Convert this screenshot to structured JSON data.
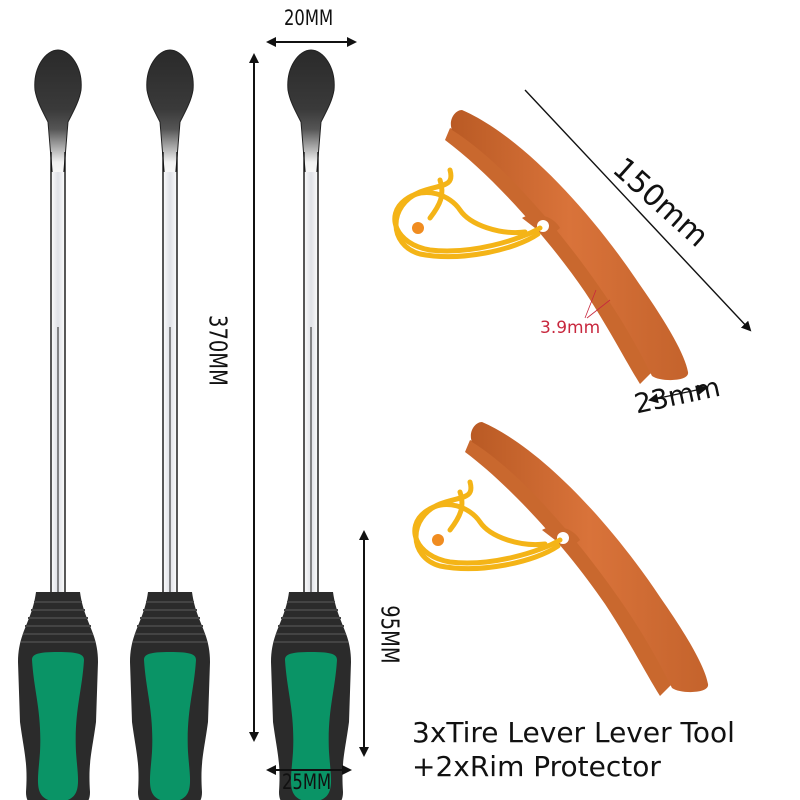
{
  "product": {
    "caption_line1": "3xTire Lever Lever Tool",
    "caption_line2": "+2xRim Protector"
  },
  "dimensions": {
    "lever_width": "20MM",
    "lever_length": "370MM",
    "handle_length": "95MM",
    "handle_width": "25MM",
    "protector_length": "150mm",
    "protector_thickness": "3.9mm",
    "protector_width": "23mm"
  },
  "items": {
    "tire_levers": {
      "count": 3,
      "name": "tire-lever"
    },
    "rim_protectors": {
      "count": 2,
      "name": "rim-protector"
    }
  },
  "colors": {
    "background": "#ffffff",
    "handle_black": "#2b2b2b",
    "handle_green": "#0a9466",
    "spoon_dark": "#2a2a2a",
    "shaft_steel": "#e4e6ea",
    "protector_orange": "#c9682e",
    "protector_highlight": "#de7c40",
    "rope_yellow": "#f4b417",
    "dimension_red": "#c8283e",
    "line_black": "#111111"
  }
}
